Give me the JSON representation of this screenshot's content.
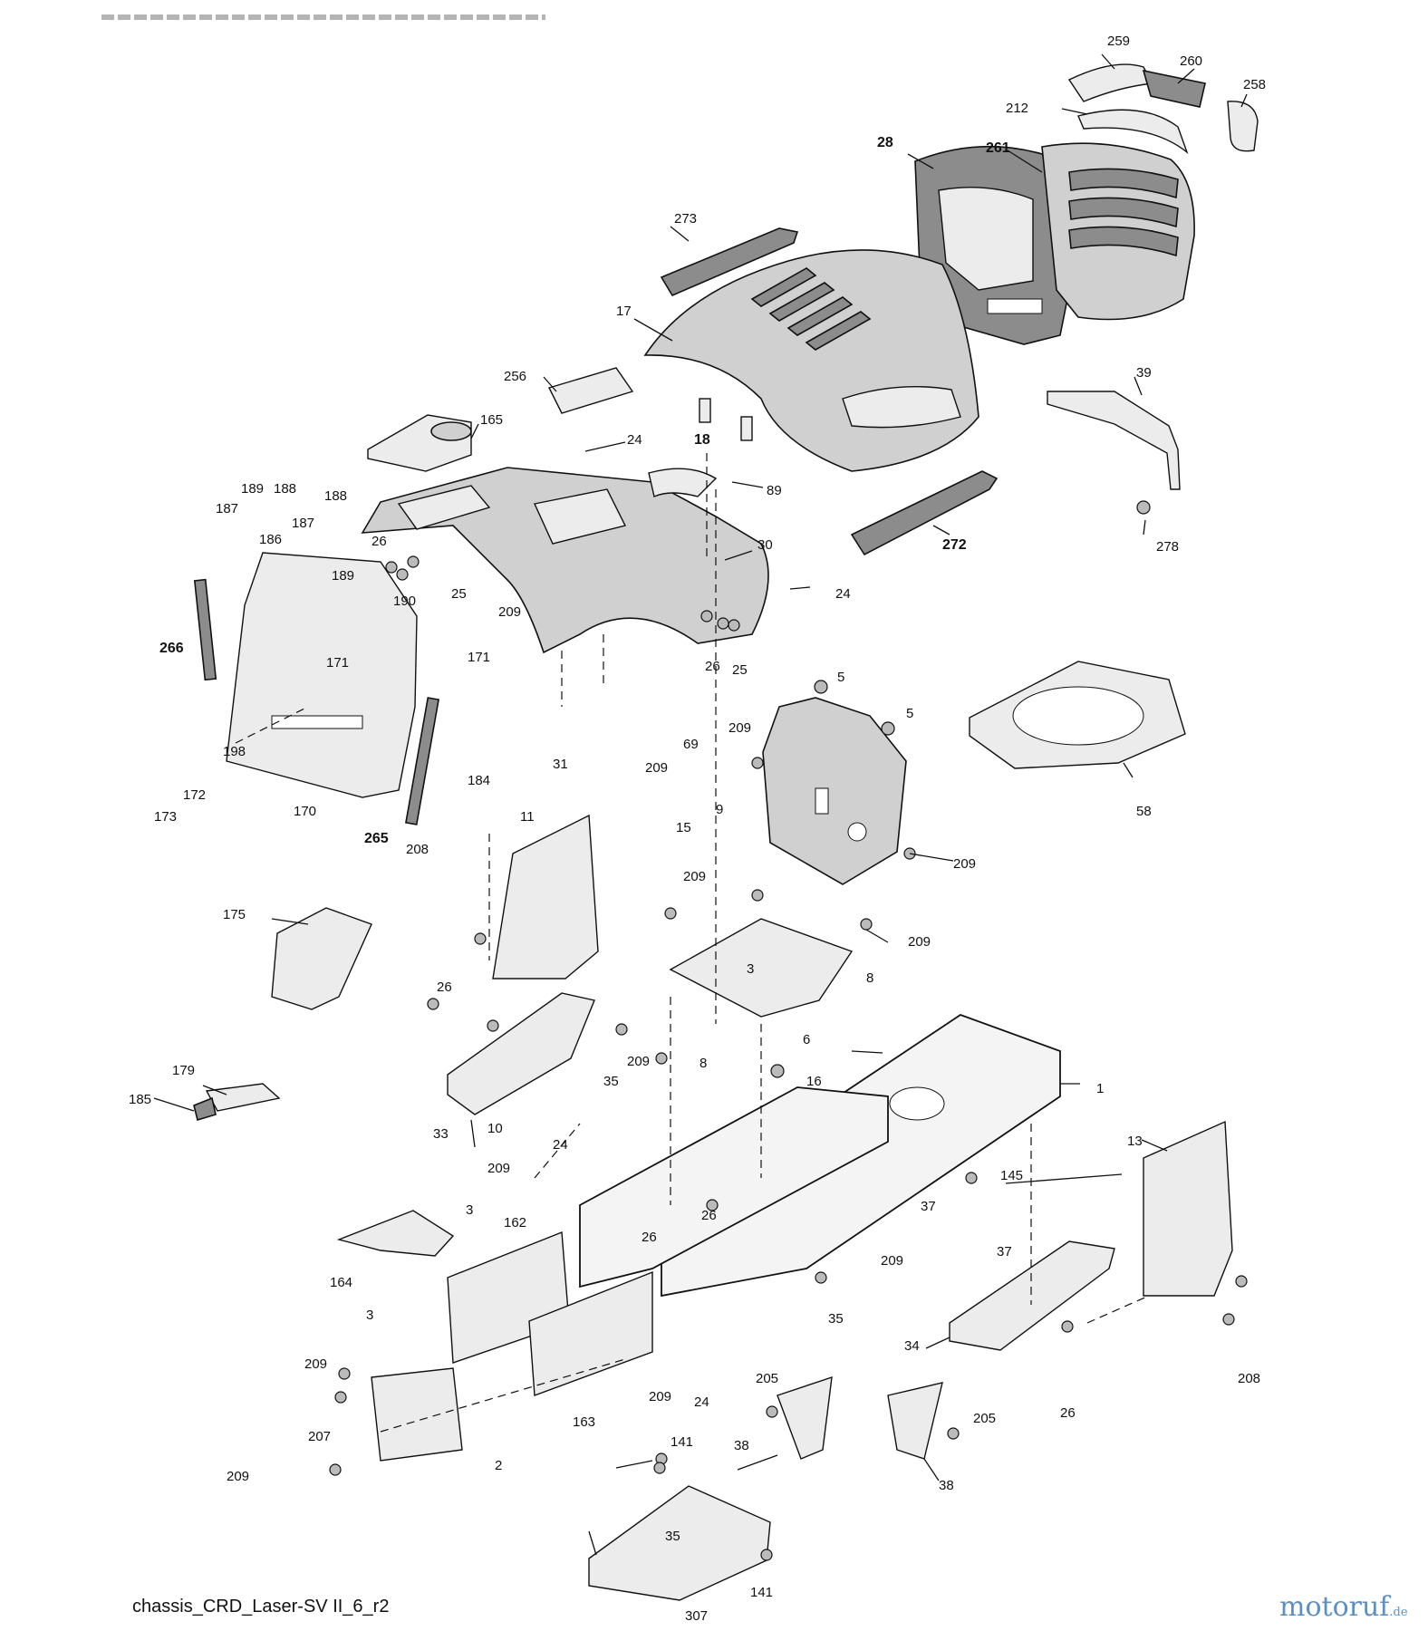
{
  "caption": "chassis_CRD_Laser-SV II_6_r2",
  "logo": {
    "name": "motoruf",
    "tld": ".de",
    "color": "#5f8fc0"
  },
  "callouts": {
    "c1": "1",
    "c2": "2",
    "c3a": "3",
    "c3b": "3",
    "c3c": "3",
    "c5a": "5",
    "c5b": "5",
    "c6": "6",
    "c8a": "8",
    "c8b": "8",
    "c9": "9",
    "c10": "10",
    "c11": "11",
    "c13": "13",
    "c15": "15",
    "c16": "16",
    "c17": "17",
    "c18": "18",
    "c24a": "24",
    "c24b": "24",
    "c24c": "24",
    "c24d": "24",
    "c25a": "25",
    "c25b": "25",
    "c26a": "26",
    "c26b": "26",
    "c26c": "26",
    "c26d": "26",
    "c26e": "26",
    "c26f": "26",
    "c28": "28",
    "c30": "30",
    "c31": "31",
    "c33": "33",
    "c34": "34",
    "c35a": "35",
    "c35b": "35",
    "c35c": "35",
    "c37a": "37",
    "c37b": "37",
    "c38a": "38",
    "c38b": "38",
    "c39": "39",
    "c58": "58",
    "c69": "69",
    "c89": "89",
    "c141a": "141",
    "c141b": "141",
    "c145": "145",
    "c162": "162",
    "c163": "163",
    "c164": "164",
    "c165": "165",
    "c170": "170",
    "c171a": "171",
    "c171b": "171",
    "c172": "172",
    "c173": "173",
    "c175": "175",
    "c179": "179",
    "c184": "184",
    "c185": "185",
    "c186": "186",
    "c187a": "187",
    "c187b": "187",
    "c188a": "188",
    "c188b": "188",
    "c189a": "189",
    "c189b": "189",
    "c190": "190",
    "c198": "198",
    "c205a": "205",
    "c205b": "205",
    "c207": "207",
    "c208a": "208",
    "c208b": "208",
    "c209a": "209",
    "c209b": "209",
    "c209c": "209",
    "c209d": "209",
    "c209e": "209",
    "c209f": "209",
    "c209g": "209",
    "c209h": "209",
    "c209i": "209",
    "c209j": "209",
    "c212": "212",
    "c256": "256",
    "c258": "258",
    "c259": "259",
    "c260": "260",
    "c261": "261",
    "c265": "265",
    "c266": "266",
    "c272": "272",
    "c273": "273",
    "c278": "278",
    "c307": "307"
  }
}
